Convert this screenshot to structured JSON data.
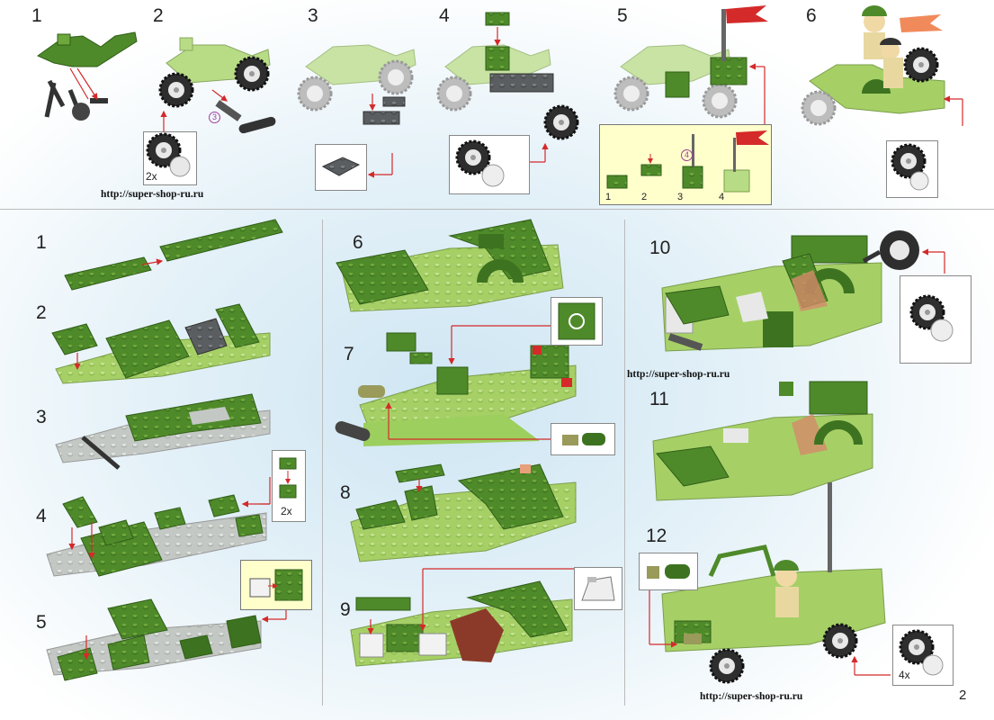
{
  "top_steps": [
    "1",
    "2",
    "3",
    "4",
    "5",
    "6"
  ],
  "left_steps": [
    "1",
    "2",
    "3",
    "4",
    "5"
  ],
  "mid_steps": [
    "6",
    "7",
    "8",
    "9"
  ],
  "right_steps": [
    "10",
    "11",
    "12"
  ],
  "urls": {
    "top_left": "http://super-shop-ru.ru",
    "mid": "http://super-shop-ru.ru",
    "bottom": "http://super-shop-ru.ru"
  },
  "quantities": {
    "wheel_top_2": "2x",
    "plate_left_4": "2x",
    "wheel_right_12": "4x"
  },
  "circled": {
    "top_2": "3",
    "top_5": "4"
  },
  "sub_steps_top_5": [
    "1",
    "2",
    "3",
    "4"
  ],
  "page_number": "2",
  "colors": {
    "dark_green": "#4f8a2a",
    "light_green": "#9ccf5e",
    "ghost": "#c9c9c9",
    "dark_gray": "#555555",
    "red": "#d42a2a",
    "arrow": "#d42a2a"
  }
}
